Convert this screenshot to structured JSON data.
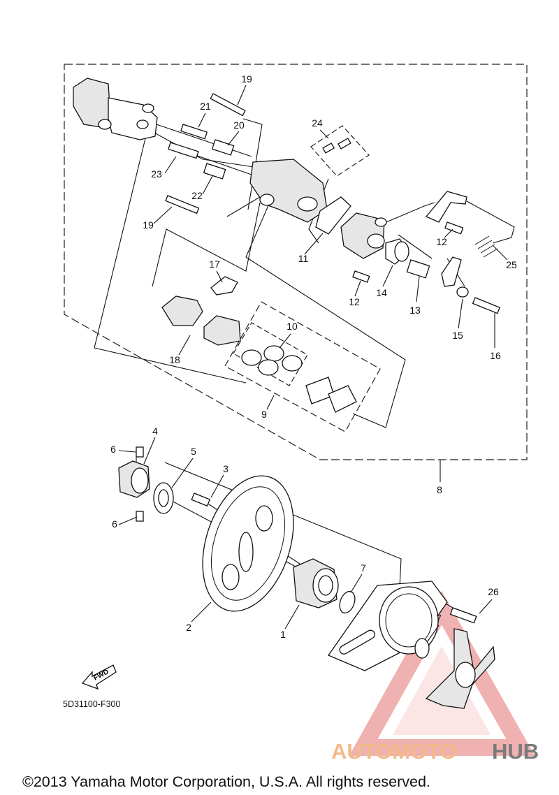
{
  "diagram_code": "5D31100-F300",
  "copyright": "©2013 Yamaha Motor Corporation, U.S.A. All rights reserved.",
  "fwd_label": "FWD",
  "watermark": {
    "left": "AUTOMOTO",
    "right": "HUB",
    "color_left": "#f3b98a",
    "color_right": "#7a7a7a",
    "triangle_color": "#e57373"
  },
  "callouts": [
    "19",
    "21",
    "20",
    "24",
    "23",
    "22",
    "19",
    "17",
    "11",
    "12",
    "14",
    "13",
    "12",
    "25",
    "15",
    "16",
    "10",
    "18",
    "9",
    "8",
    "4",
    "6",
    "5",
    "3",
    "6",
    "7",
    "26",
    "2",
    "1",
    "7"
  ]
}
